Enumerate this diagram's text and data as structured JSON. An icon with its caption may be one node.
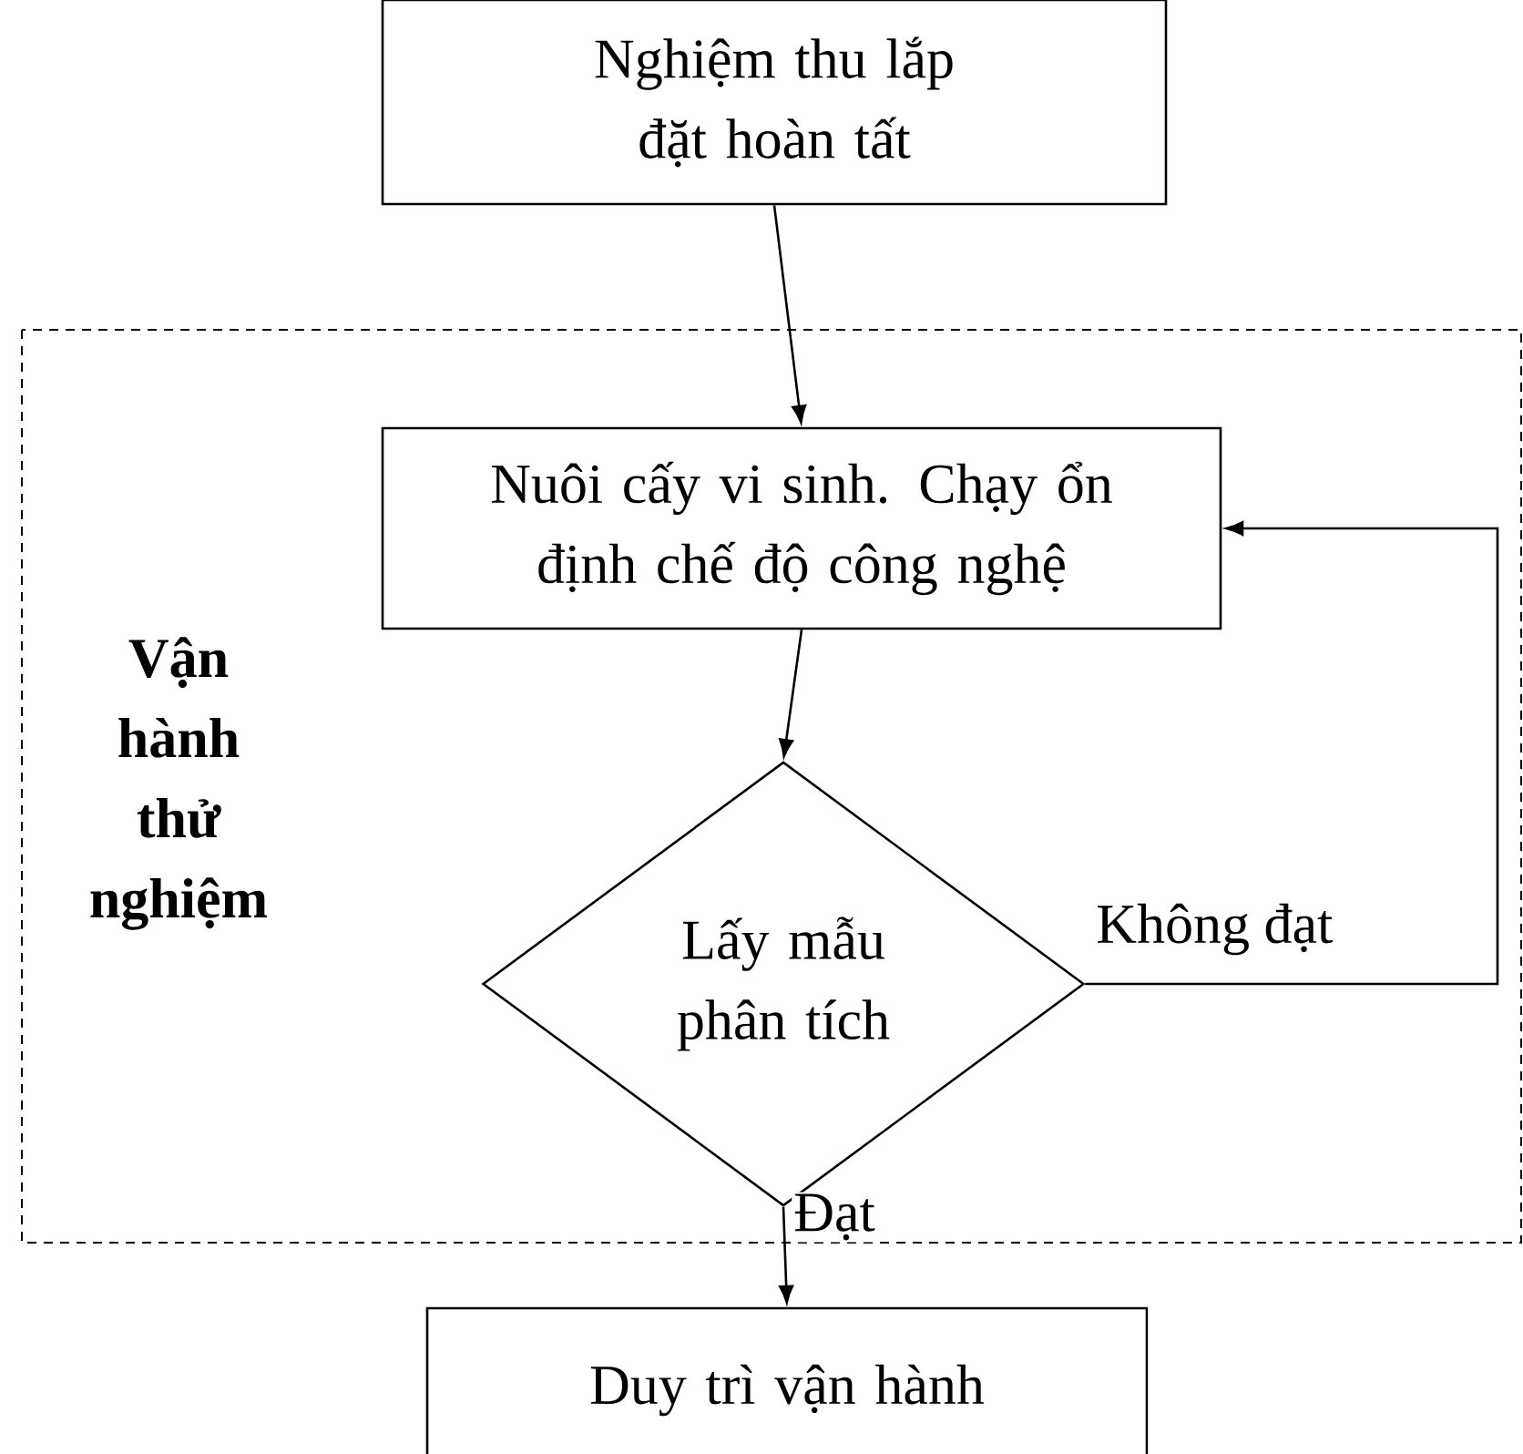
{
  "diagram": {
    "nodes": [
      {
        "text": [
          "Nghiệm thu lắp đặt hoàn tất"
        ]
      },
      {
        "text": [
          "Vận hành thử nghiệm"
        ]
      },
      {
        "text": [
          "Nuôi cấy vi sinh. Chạy ổn định chế độ công nghệ"
        ],
        "in": 1
      },
      {
        "text": [
          "Lấy mẫu phân tích"
        ],
        "in": 1
      },
      {
        "text": [
          "Duy trì vận hành"
        ]
      }
    ],
    "edges": [
      {
        "from": 0,
        "to": 2,
        "arrow": "to"
      },
      {
        "from": 2,
        "to": 3,
        "arrow": "to"
      },
      {
        "from": 3,
        "to": 2,
        "arrow": "to",
        "label": "Không đạt"
      },
      {
        "from": 3,
        "to": 4,
        "arrow": "to",
        "label": "Đạt"
      }
    ]
  }
}
